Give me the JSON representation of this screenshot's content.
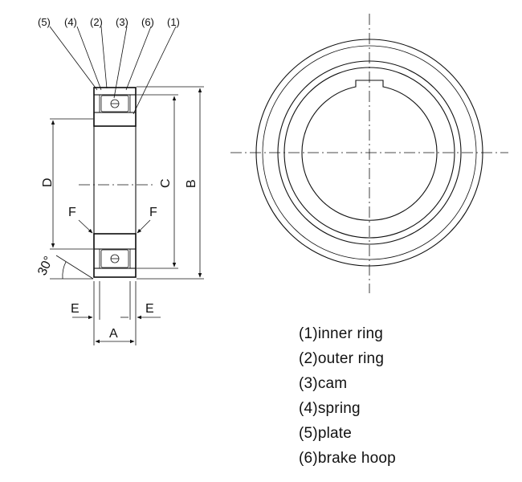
{
  "callouts": [
    "(5)",
    "(4)",
    "(2)",
    "(3)",
    "(6)",
    "(1)"
  ],
  "dimensions": {
    "D": "D",
    "C": "C",
    "B": "B",
    "A": "A",
    "E_left": "E",
    "E_right": "E",
    "F_left": "F",
    "F_right": "F",
    "angle": "30°"
  },
  "legend": [
    "(1)inner ring",
    "(2)outer ring",
    "(3)cam",
    "(4)spring",
    "(5)plate",
    "(6)brake hoop"
  ]
}
